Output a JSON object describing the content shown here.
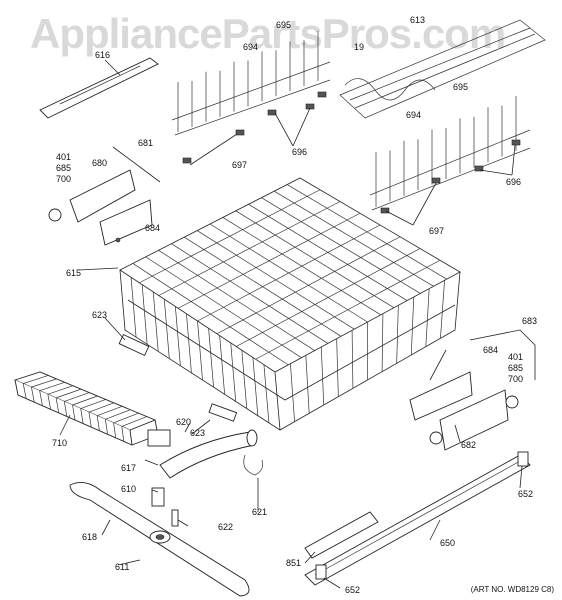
{
  "watermark": "AppliancePartsPros.com",
  "art_number": "(ART NO. WD8129 C8)",
  "labels": {
    "p616": "616",
    "p695a": "695",
    "p694a": "694",
    "p19": "19",
    "p613": "613",
    "p695b": "695",
    "p694b": "694",
    "p681": "681",
    "p401a": "401",
    "p685a": "685",
    "p700a": "700",
    "p680": "680",
    "p697a": "697",
    "p696a": "696",
    "p696b": "696",
    "p697b": "697",
    "p684a": "684",
    "p615": "615",
    "p623a": "623",
    "p683": "683",
    "p684b": "684",
    "p401b": "401",
    "p685b": "685",
    "p700b": "700",
    "p710": "710",
    "p620": "620",
    "p623b": "623",
    "p682": "682",
    "p617": "617",
    "p610": "610",
    "p618": "618",
    "p622": "622",
    "p621": "621",
    "p652a": "652",
    "p650": "650",
    "p851": "851",
    "p611": "611",
    "p652b": "652"
  }
}
